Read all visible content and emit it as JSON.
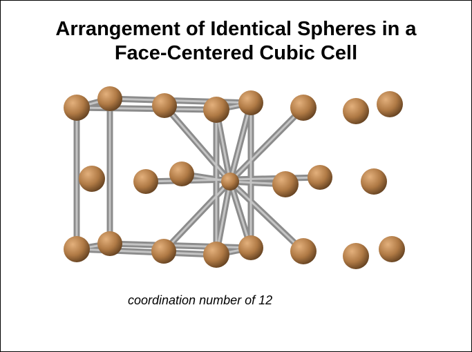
{
  "title": {
    "line1": "Arrangement of Identical Spheres in a",
    "line2": "Face-Centered Cubic Cell"
  },
  "caption": "coordination number of 12",
  "colors": {
    "sphere": "#b07a45",
    "sphere_highlight": "#e3b07c",
    "sphere_shadow": "#5e3d1e",
    "rod": "#8c8c8c",
    "rod_light": "#c4c4c4",
    "border": "#000000"
  }
}
